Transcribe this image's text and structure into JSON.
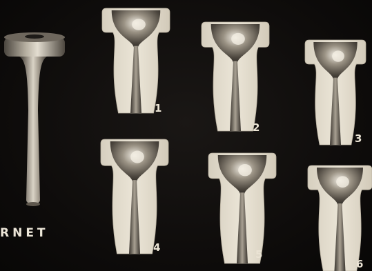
{
  "caption": "RNET",
  "mouthpieces": [
    {
      "number": "1"
    },
    {
      "number": "2"
    },
    {
      "number": "3"
    },
    {
      "number": "4"
    },
    {
      "number": "5"
    },
    {
      "number": "6"
    }
  ]
}
